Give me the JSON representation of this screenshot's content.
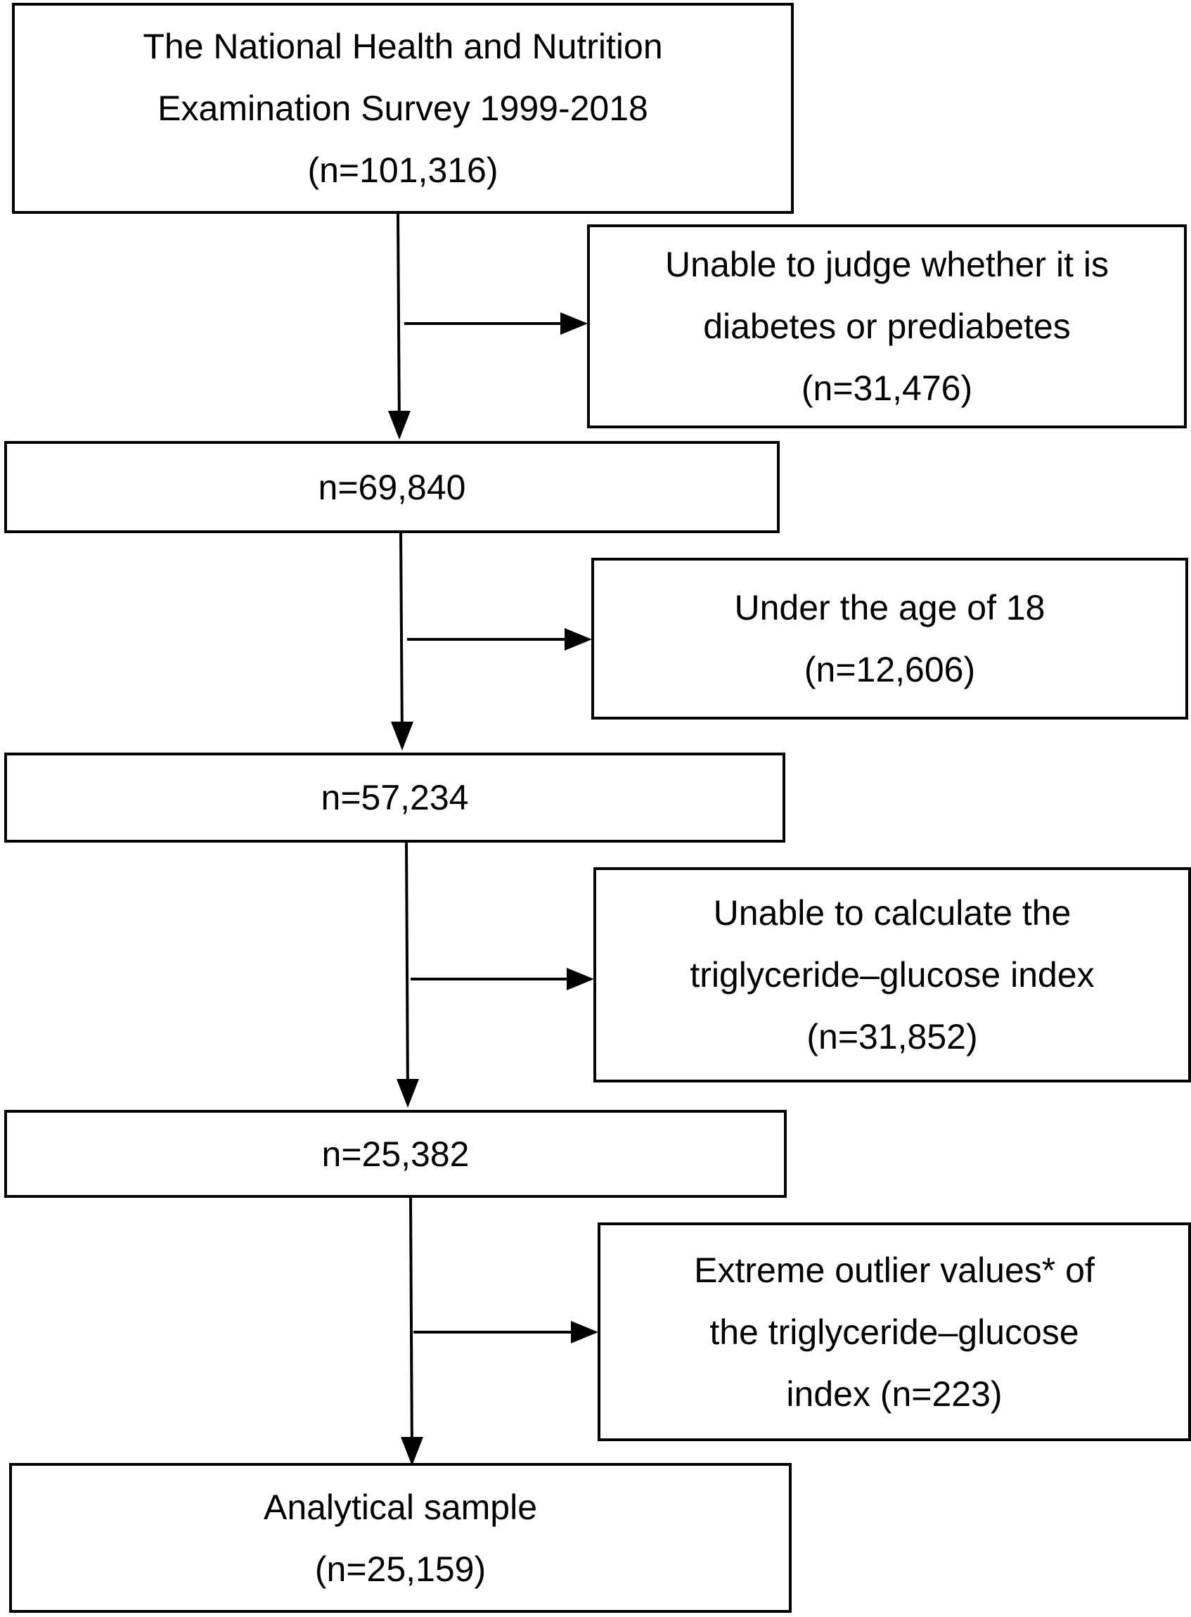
{
  "colors": {
    "stroke": "#000000",
    "background": "#ffffff"
  },
  "flowchart": {
    "main_steps": [
      {
        "id": "source",
        "lines": [
          "The National Health and Nutrition",
          "Examination Survey 1999-2018",
          "(n=101,316)"
        ]
      },
      {
        "id": "step1",
        "lines": [
          "n=69,840"
        ]
      },
      {
        "id": "step2",
        "lines": [
          "n=57,234"
        ]
      },
      {
        "id": "step3",
        "lines": [
          "n=25,382"
        ]
      },
      {
        "id": "final",
        "lines": [
          "Analytical sample",
          "(n=25,159)"
        ]
      }
    ],
    "exclusions": [
      {
        "id": "excl1",
        "lines": [
          "Unable to judge whether it is",
          "diabetes or prediabetes",
          "(n=31,476)"
        ]
      },
      {
        "id": "excl2",
        "lines": [
          "Under the age of 18",
          "(n=12,606)"
        ]
      },
      {
        "id": "excl3",
        "lines": [
          "Unable to calculate the",
          "triglyceride–glucose index",
          "(n=31,852)"
        ]
      },
      {
        "id": "excl4",
        "lines": [
          "Extreme outlier values* of",
          "the triglyceride–glucose",
          "index (n=223)"
        ]
      }
    ]
  }
}
